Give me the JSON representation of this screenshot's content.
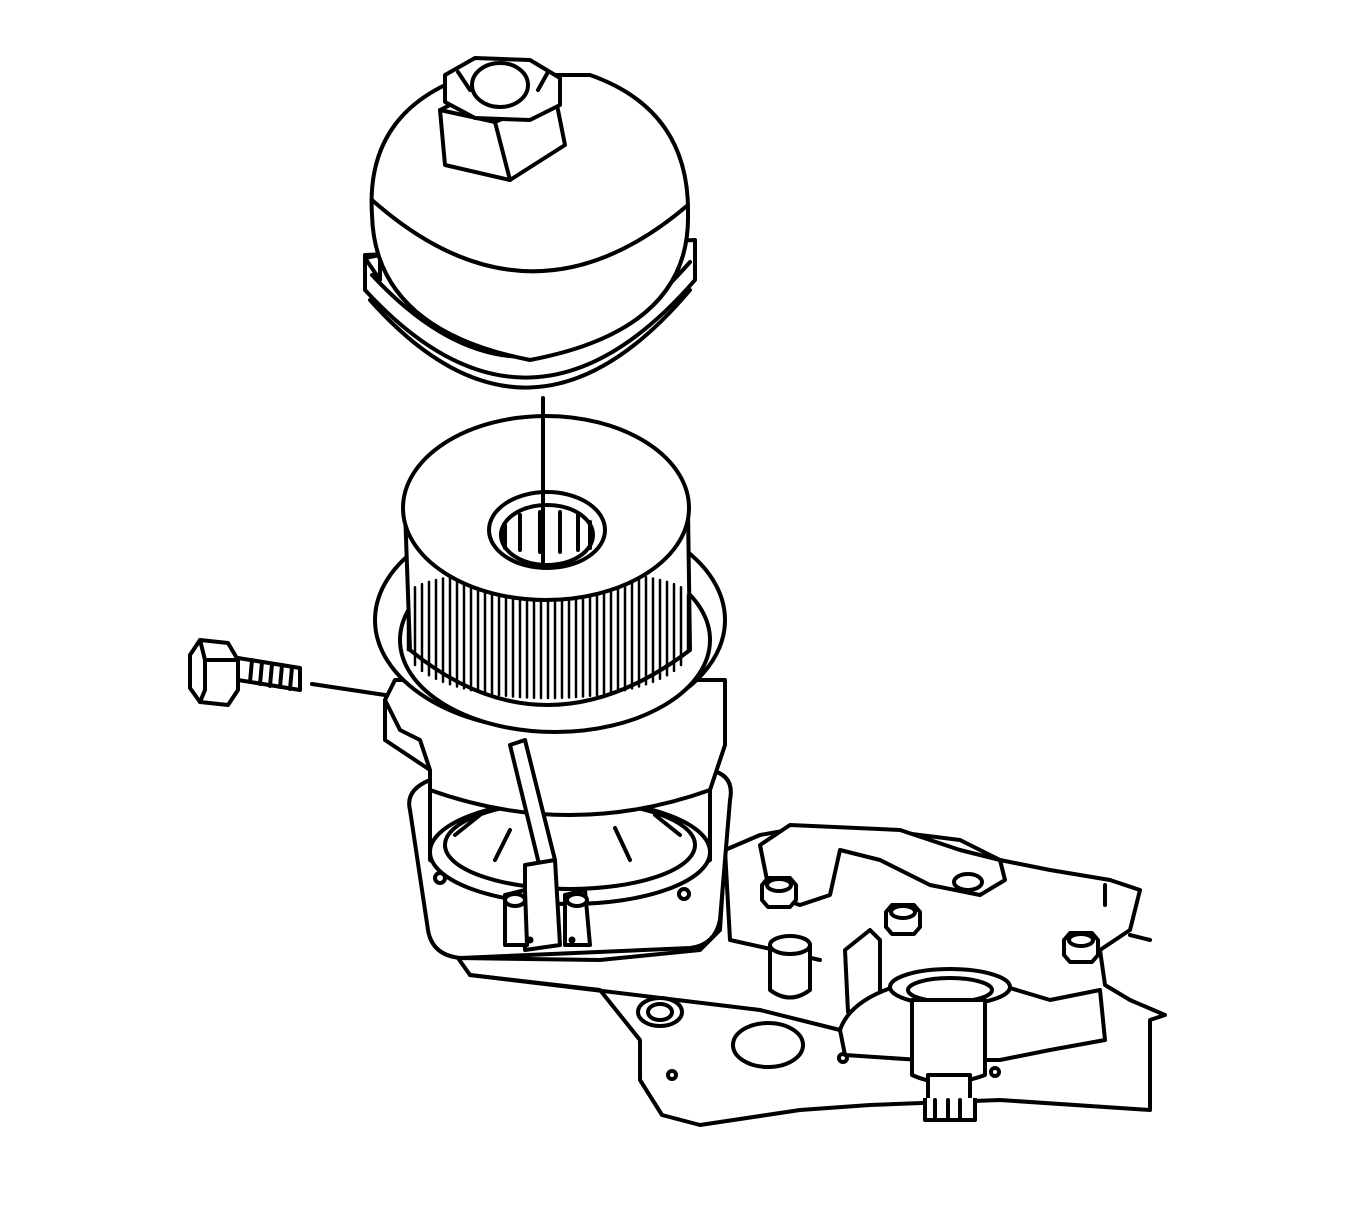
{
  "diagram": {
    "parts": [
      {
        "name": "filter-cap",
        "icon": "filter-cap-icon"
      },
      {
        "name": "filter-element",
        "icon": "filter-element-icon"
      },
      {
        "name": "filter-housing",
        "icon": "filter-housing-icon"
      },
      {
        "name": "housing-bolt",
        "icon": "bolt-icon"
      },
      {
        "name": "engine-block",
        "icon": "engine-block-icon"
      }
    ],
    "colors": {
      "stroke": "#000000",
      "background": "#ffffff"
    }
  }
}
